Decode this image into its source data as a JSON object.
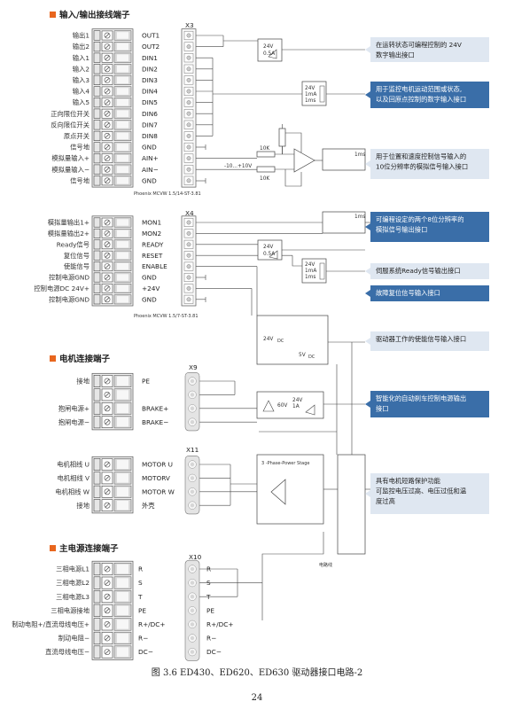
{
  "sections": {
    "io": "输入/输出接线端子",
    "motor": "电机连接端子",
    "power": "主电源连接端子"
  },
  "x3": {
    "title": "X3",
    "left": [
      "输出1",
      "输出2",
      "输入1",
      "输入2",
      "输入3",
      "输入4",
      "输入5",
      "正向限位开关",
      "反向限位开关",
      "原点开关",
      "信号地",
      "模拟量输入+",
      "模拟量输入−",
      "信号地"
    ],
    "signals": [
      "OUT1",
      "OUT2",
      "DIN1",
      "DIN2",
      "DIN3",
      "DIN4",
      "DIN5",
      "DIN6",
      "DIN7",
      "DIN8",
      "GND",
      "AIN+",
      "AIN−",
      "GND"
    ],
    "part": "Phoenix MCVW 1.5/14-ST-3.81"
  },
  "x4": {
    "title": "X4",
    "left": [
      "模拟量输出1+",
      "模拟量输出2+",
      "Ready信号",
      "复位信号",
      "使能信号",
      "控制电源GND",
      "控制电源DC 24V+",
      "控制电源GND"
    ],
    "signals": [
      "MON1",
      "MON2",
      "READY",
      "RESET",
      "ENABLE",
      "GND",
      "+24V",
      "GND"
    ],
    "part": "Phoenix MCVW 1.5/7-ST-3.81"
  },
  "x9": {
    "title": "X9",
    "left": [
      "接地",
      "",
      "抱闸电源+",
      "抱闸电源−"
    ],
    "signals": [
      "PE",
      "",
      "BRAKE+",
      "BRAKE−"
    ]
  },
  "x11": {
    "title": "X11",
    "left": [
      "电机相线 U",
      "电机相线 V",
      "电机相线 W",
      "接地"
    ],
    "signals": [
      "MOTOR U",
      "MOTORV",
      "MOTOR W",
      "外壳"
    ]
  },
  "x10": {
    "title": "X10",
    "left": [
      "三相电源L1",
      "三相电源L2",
      "三相电源L3",
      "三相电源接地",
      "制动电阻+/直流母线电压+",
      "制动电阻−",
      "直流母线电压−"
    ],
    "signals": [
      "R",
      "S",
      "T",
      "PE",
      "R+/DC+",
      "R−",
      "DC−"
    ],
    "right": [
      "R",
      "S",
      "T",
      "PE",
      "R+/DC+",
      "R−",
      "DC−"
    ]
  },
  "components": {
    "v24_05a": [
      "24V",
      "0.5A"
    ],
    "v24_1ma": [
      "24V",
      "1mA",
      "1ms"
    ],
    "r10k_a": "10K",
    "r10k_b": "10K",
    "range": "-10...+10V",
    "ms1": "1ms",
    "v24dc": "24V",
    "v24dc_sub": "DC",
    "v5dc": "5V",
    "v5dc_sub": "DC",
    "v60": "60V",
    "v24_1a": [
      "24V",
      "1A"
    ],
    "stage": "3 -Phase-Power Stage",
    "bus": "电路线"
  },
  "notes": [
    {
      "text": [
        "在运转状态可编程控制的 24V",
        "数字输出接口"
      ],
      "style": "light"
    },
    {
      "text": [
        "用于监控电机运动范围或状态,",
        "以及回原点控制的数字输入接口"
      ],
      "style": "dark"
    },
    {
      "text": [
        "用于位置和速度控制信号输入的",
        "10位分辨率的模拟信号输入接口"
      ],
      "style": "light"
    },
    {
      "text": [
        "可编程设定的两个8位分辨率的",
        "模拟信号输出接口"
      ],
      "style": "dark"
    },
    {
      "text": [
        "伺服系统Ready信号输出接口"
      ],
      "style": "light"
    },
    {
      "text": [
        "故障复位信号输入接口"
      ],
      "style": "dark"
    },
    {
      "text": [
        "驱动器工作的使能信号输入接口"
      ],
      "style": "light"
    },
    {
      "text": [
        "智能化的自动刹车控制电源输出",
        "接口"
      ],
      "style": "dark"
    },
    {
      "text": [
        "具有电机短路保护功能",
        "可监控电压过高、电压过低和温",
        "度过高"
      ],
      "style": "light"
    }
  ],
  "caption": "图 3.6    ED430、ED620、ED630 驱动器接口电路-2",
  "page_number": "24",
  "colors": {
    "accent": "#e8661e",
    "dark_note": "#3a6ea8",
    "light_note": "#dfe7f1"
  }
}
